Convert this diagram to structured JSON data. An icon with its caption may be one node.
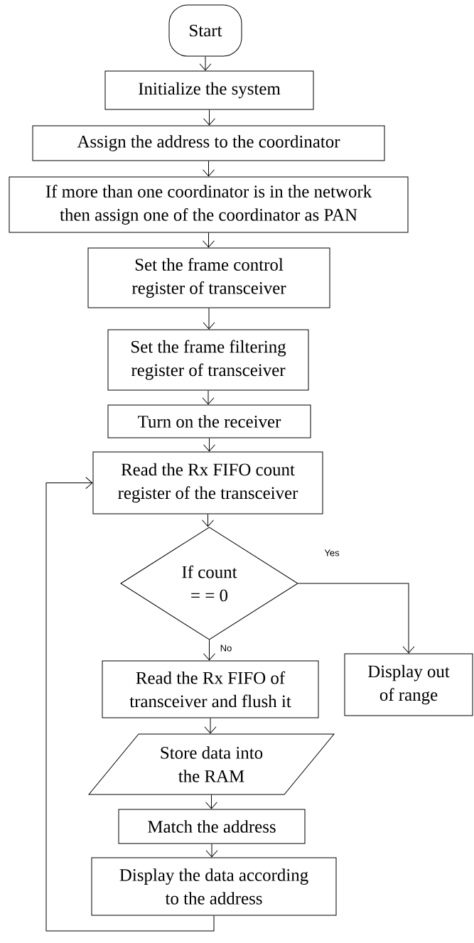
{
  "diagram": {
    "nodes": [
      {
        "text": [
          "Start"
        ]
      },
      {
        "text": [
          "Initialize the system"
        ]
      },
      {
        "text": [
          "Assign the address to the coordinator"
        ]
      },
      {
        "text": [
          "If more than one coordinator is in the network then assign one of the coordinator as PAN"
        ]
      },
      {
        "text": [
          "Set the frame control register of transceiver"
        ]
      },
      {
        "text": [
          "Set the frame filtering register of transceiver"
        ]
      },
      {
        "text": [
          "Turn on the receiver"
        ]
      },
      {
        "text": [
          "Read the Rx FIFO count register of the transceiver"
        ]
      },
      {
        "text": [
          "If count = = 0"
        ]
      },
      {
        "text": [
          "Display out of range"
        ]
      },
      {
        "text": [
          "Read the Rx FIFO of transceiver and flush it"
        ]
      },
      {
        "text": [
          "Store data into the RAM"
        ]
      },
      {
        "text": [
          "Match the address"
        ]
      },
      {
        "text": [
          "Display the data according to the address"
        ]
      }
    ],
    "edges": [
      {
        "from": 0,
        "to": 1,
        "arrow": "to"
      },
      {
        "from": 1,
        "to": 2,
        "arrow": "to"
      },
      {
        "from": 2,
        "to": 3,
        "arrow": "to"
      },
      {
        "from": 3,
        "to": 4,
        "arrow": "to"
      },
      {
        "from": 4,
        "to": 5,
        "arrow": "to"
      },
      {
        "from": 5,
        "to": 6,
        "arrow": "to"
      },
      {
        "from": 6,
        "to": 7,
        "arrow": "to"
      },
      {
        "from": 7,
        "to": 8,
        "arrow": "to"
      },
      {
        "from": 8,
        "to": 9,
        "arrow": "to",
        "label": "Yes"
      },
      {
        "from": 8,
        "to": 10,
        "arrow": "to",
        "label": "No"
      },
      {
        "from": 10,
        "to": 11,
        "arrow": "to"
      },
      {
        "from": 11,
        "to": 12,
        "arrow": "to"
      },
      {
        "from": 12,
        "to": 13,
        "arrow": "to"
      },
      {
        "from": 13,
        "to": 7,
        "arrow": "to"
      }
    ]
  }
}
